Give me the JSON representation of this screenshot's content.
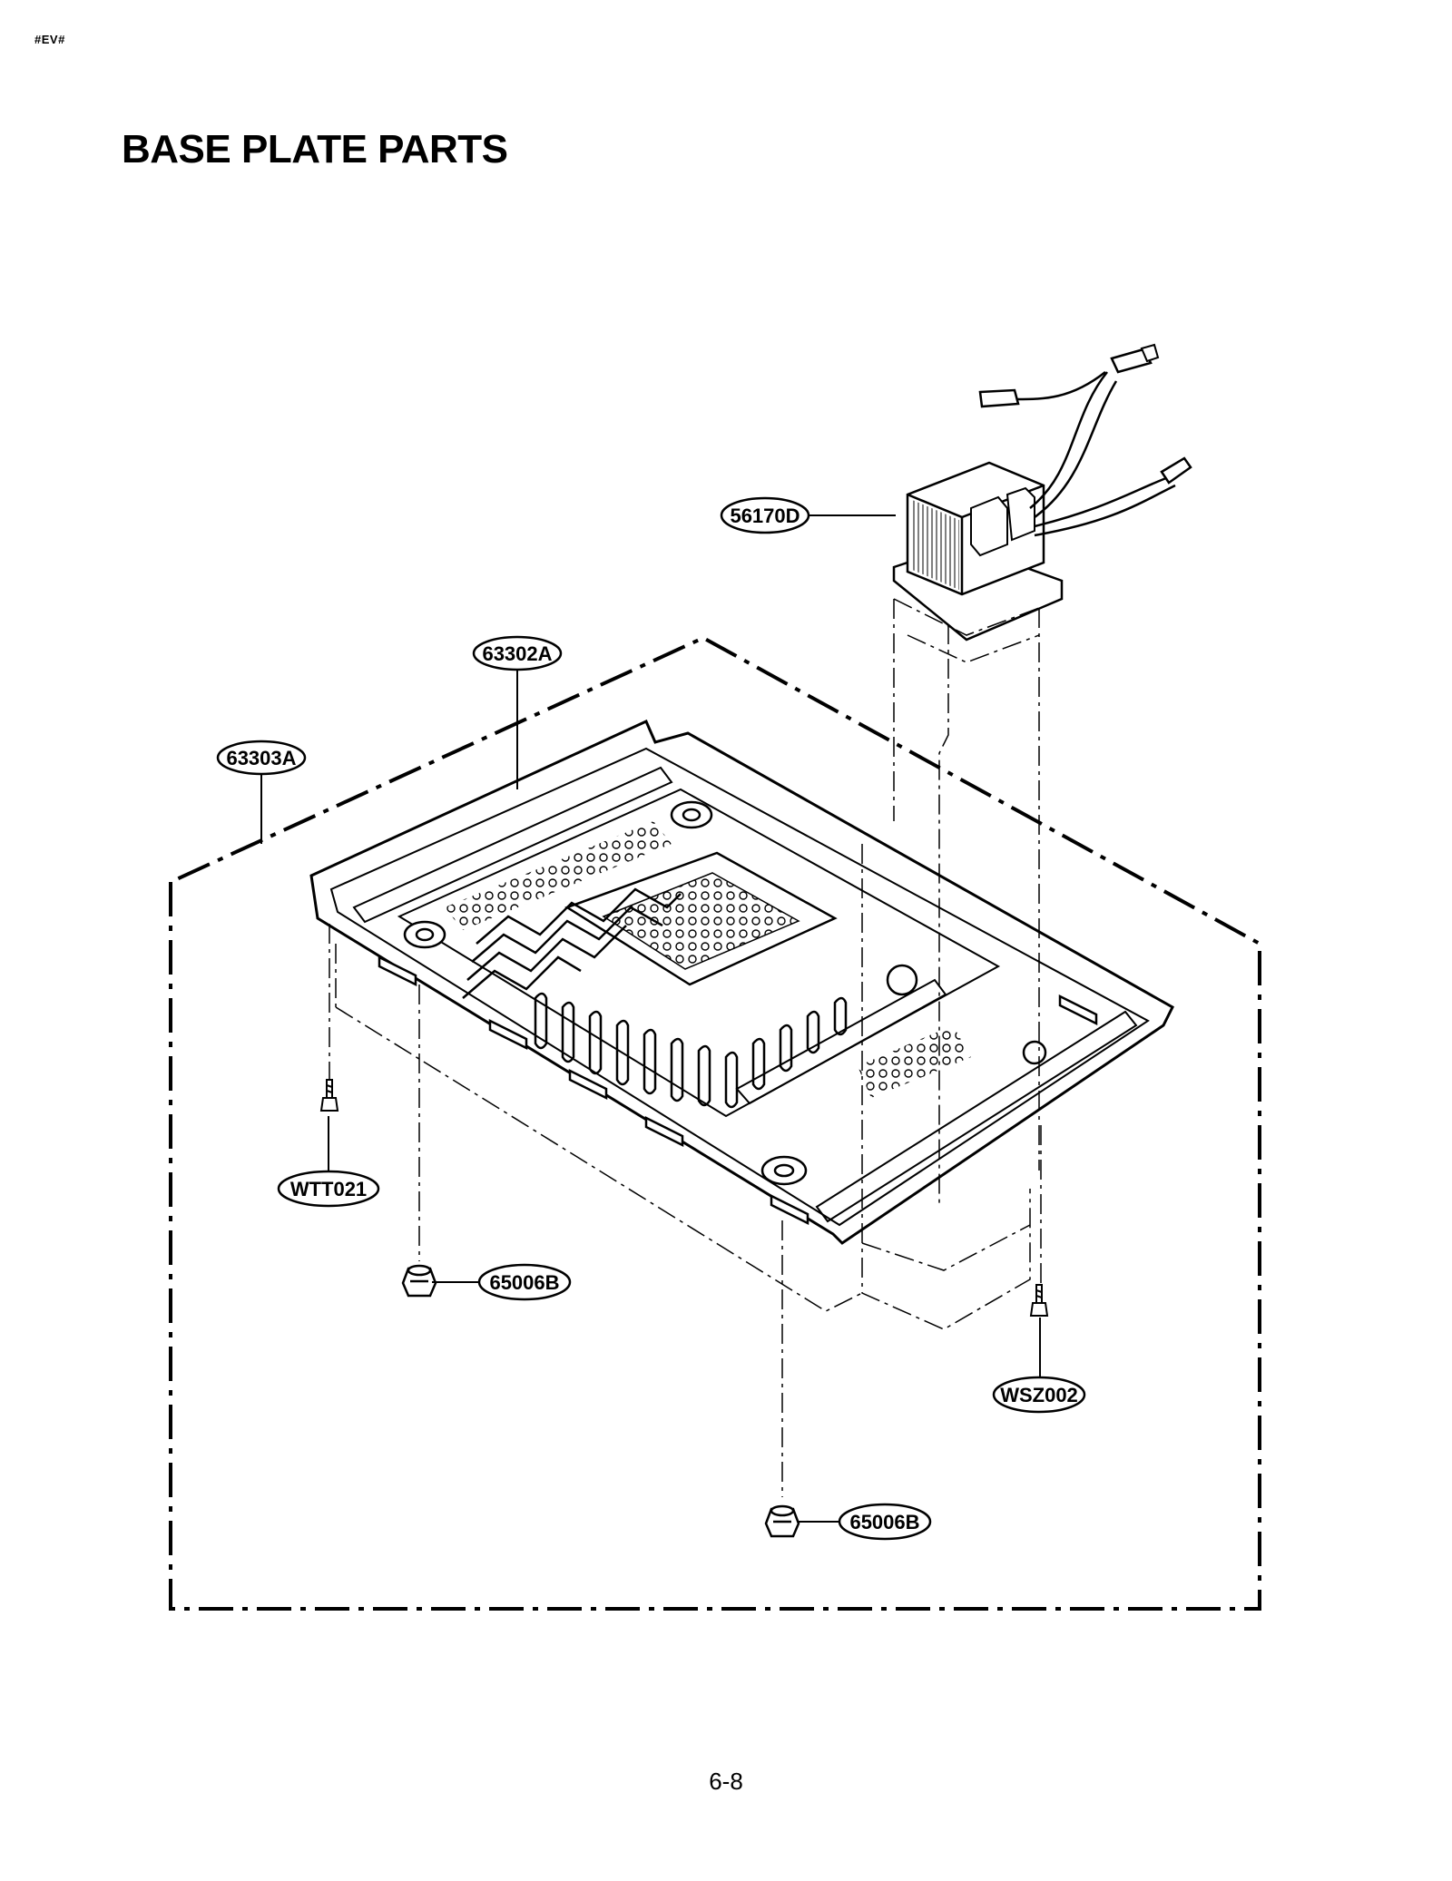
{
  "header": {
    "doc_code": "#EV#",
    "title": "BASE PLATE PARTS"
  },
  "callouts": [
    {
      "id": "c-56170D",
      "label": "56170D",
      "part": "transformer"
    },
    {
      "id": "c-63302A",
      "label": "63302A",
      "part": "base-plate"
    },
    {
      "id": "c-63303A",
      "label": "63303A",
      "part": "base-plate-assembly"
    },
    {
      "id": "c-WTT021",
      "label": "WTT021",
      "part": "screw-left"
    },
    {
      "id": "c-65006B-1",
      "label": "65006B",
      "part": "foot-left"
    },
    {
      "id": "c-WSZ002",
      "label": "WSZ002",
      "part": "screw-right"
    },
    {
      "id": "c-65006B-2",
      "label": "65006B",
      "part": "foot-bottom"
    }
  ],
  "footer": {
    "page_number": "6-8"
  }
}
